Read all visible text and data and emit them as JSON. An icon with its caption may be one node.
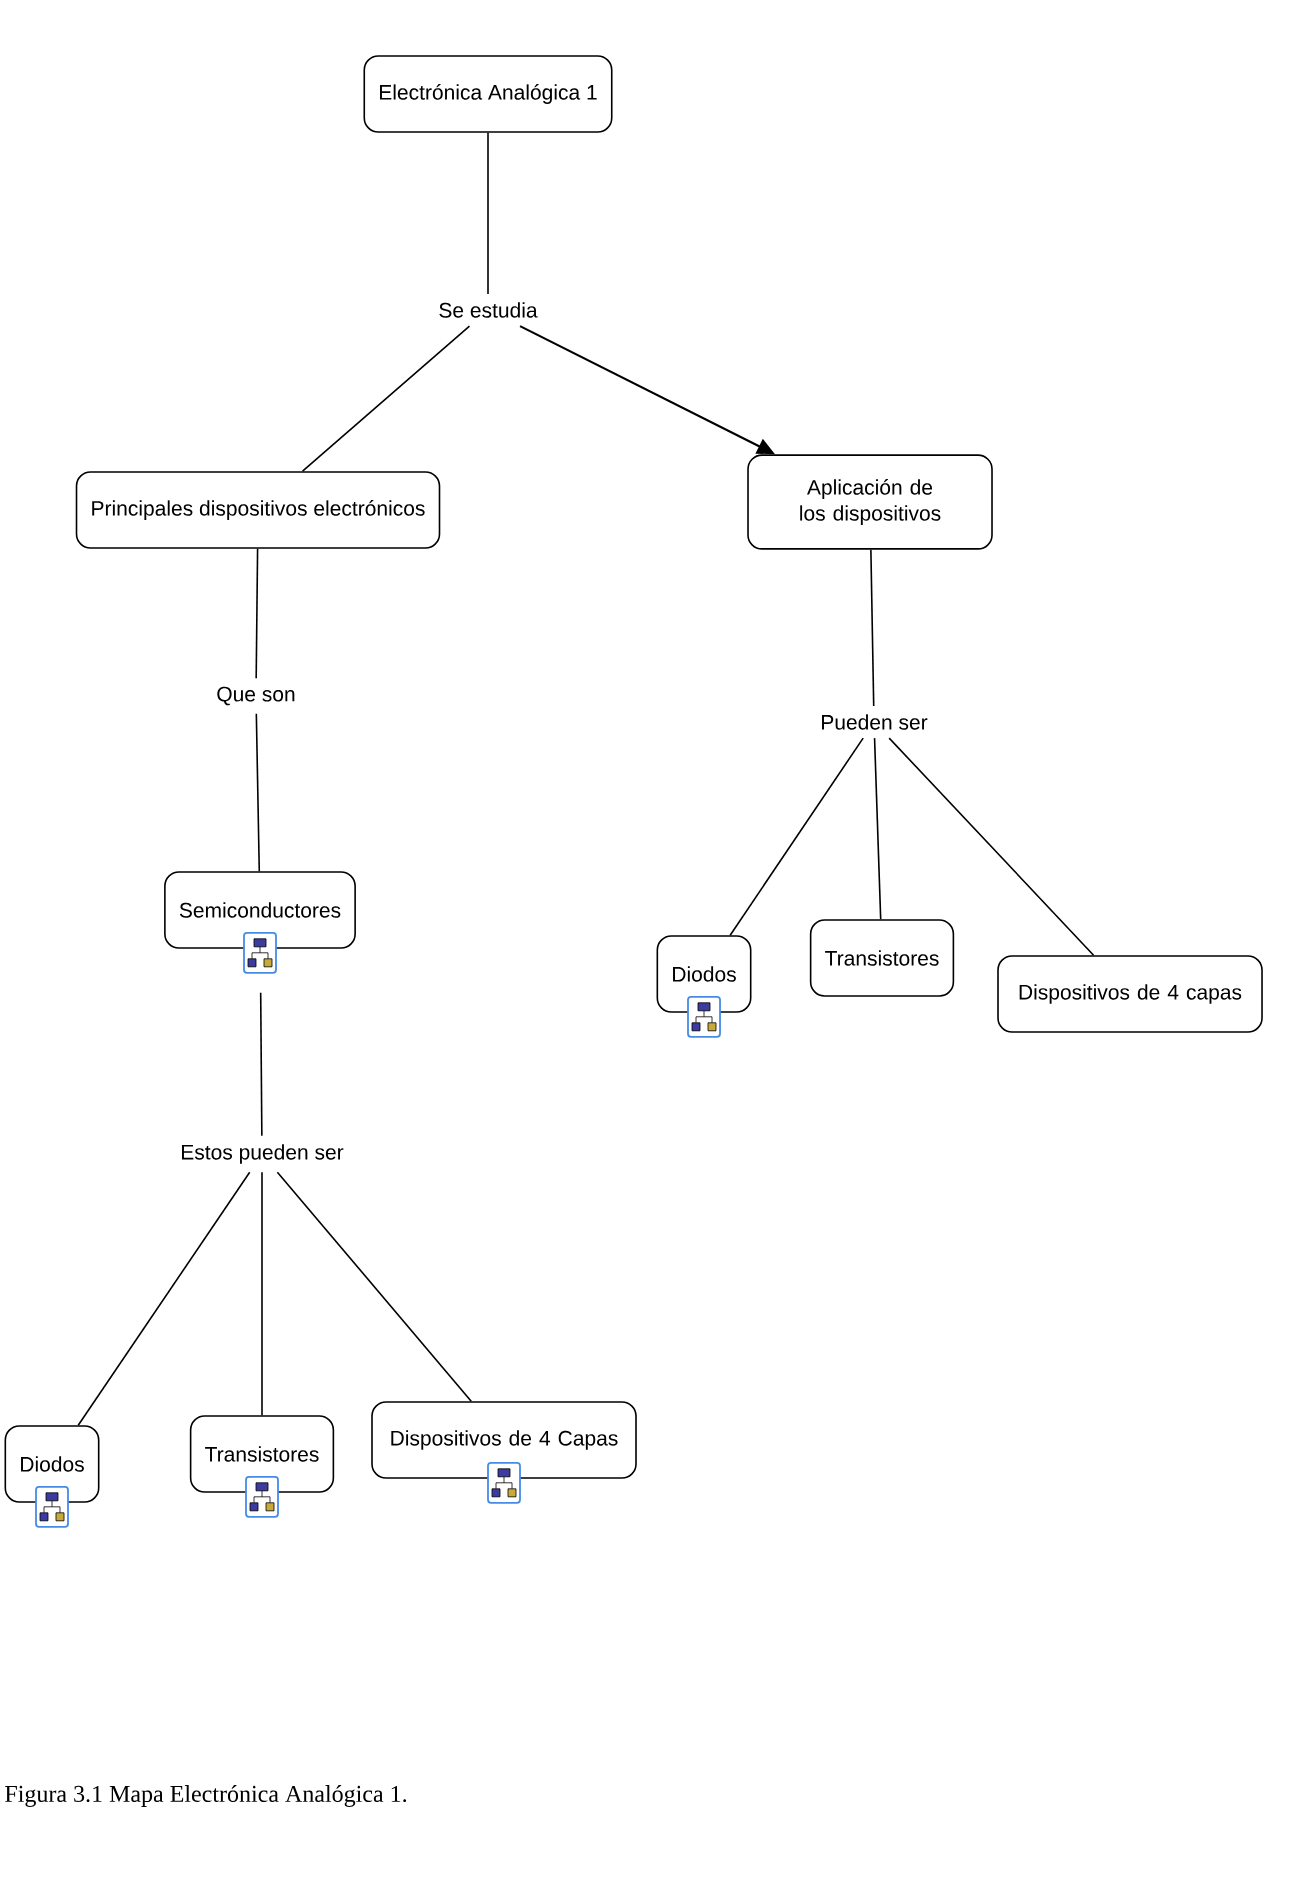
{
  "diagram": {
    "caption": "Figura 3.1 Mapa  Electrónica Analógica 1.",
    "nodes": [
      {
        "text": [
          "Electrónica Analógica 1"
        ]
      },
      {
        "text": [
          "Se estudia"
        ]
      },
      {
        "text": [
          "Principales dispositivos electrónicos"
        ]
      },
      {
        "text": [
          "Aplicación de los dispositivos"
        ]
      },
      {
        "text": [
          "Que son"
        ]
      },
      {
        "text": [
          "Pueden ser"
        ]
      },
      {
        "text": [
          "Semiconductores"
        ]
      },
      {
        "text": [
          "Diodos"
        ]
      },
      {
        "text": [
          "Transistores"
        ]
      },
      {
        "text": [
          "Dispositivos de 4 capas"
        ]
      },
      {
        "text": [
          "Estos pueden ser"
        ]
      },
      {
        "text": [
          "Diodos"
        ]
      },
      {
        "text": [
          "Transistores"
        ]
      },
      {
        "text": [
          "Dispositivos de 4 Capas"
        ]
      }
    ],
    "edges": [
      {
        "from": 0,
        "to": 1,
        "arrow": "none"
      },
      {
        "from": 1,
        "to": 2,
        "arrow": "none"
      },
      {
        "from": 1,
        "to": 3,
        "arrow": "to"
      },
      {
        "from": 2,
        "to": 4,
        "arrow": "none"
      },
      {
        "from": 4,
        "to": 6,
        "arrow": "none"
      },
      {
        "from": 3,
        "to": 5,
        "arrow": "none"
      },
      {
        "from": 5,
        "to": 7,
        "arrow": "none"
      },
      {
        "from": 5,
        "to": 8,
        "arrow": "none"
      },
      {
        "from": 5,
        "to": 9,
        "arrow": "none"
      },
      {
        "from": 6,
        "to": 10,
        "arrow": "none"
      },
      {
        "from": 10,
        "to": 11,
        "arrow": "none"
      },
      {
        "from": 10,
        "to": 12,
        "arrow": "none"
      },
      {
        "from": 10,
        "to": 13,
        "arrow": "none"
      }
    ]
  }
}
